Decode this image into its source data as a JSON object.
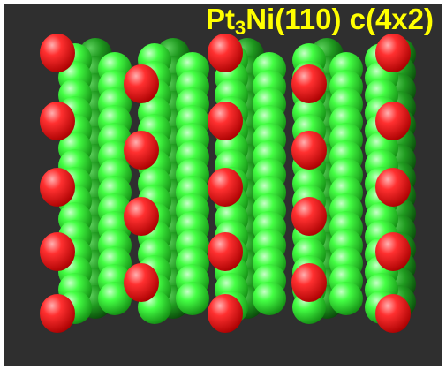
{
  "title": {
    "element_symbol_1": "Pt",
    "subscript": "3",
    "rest": "Ni(110) c(4x2)"
  },
  "colors": {
    "background": "#2f2f2f",
    "title": "#ffff00",
    "surface_atom": "#ff2b2b",
    "substrate_atom_light": "#44ff44",
    "substrate_atom_dark": "#1c8a1c"
  },
  "atoms": {
    "surface_atom_color_name": "red",
    "substrate_atom_color_name": "green"
  }
}
